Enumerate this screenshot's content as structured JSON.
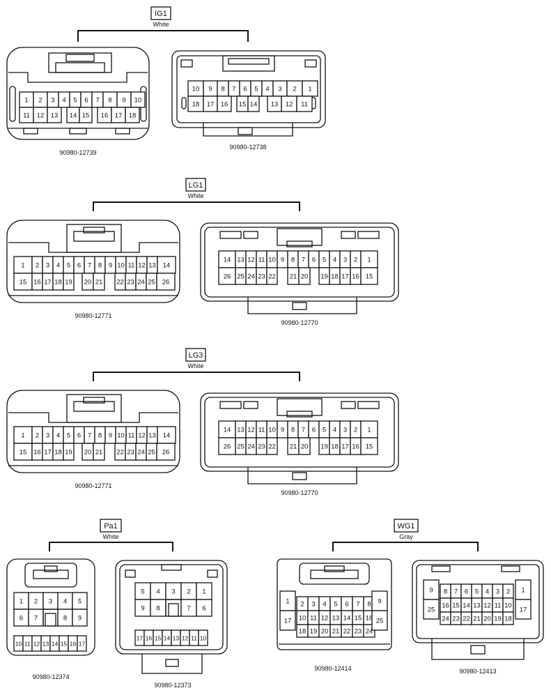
{
  "groups": [
    {
      "code": "IG1",
      "color": "White",
      "parts": [
        "90980-12739",
        "90980-12738"
      ]
    },
    {
      "code": "LG1",
      "color": "White",
      "parts": [
        "90980-12771",
        "90980-12770"
      ]
    },
    {
      "code": "LG3",
      "color": "White",
      "parts": [
        "90980-12771",
        "90980-12770"
      ]
    },
    {
      "code": "Pa1",
      "color": "White",
      "parts": [
        "90980-12374",
        "90980-12373"
      ]
    },
    {
      "code": "WG1",
      "color": "Gray",
      "parts": [
        "90980-12414",
        "90980-12413"
      ]
    }
  ],
  "pins": {
    "ig1_male": {
      "top": [
        "1",
        "2",
        "3",
        "4",
        "5",
        "6",
        "7",
        "8",
        "9",
        "10"
      ],
      "bottom": [
        "11",
        "12",
        "13",
        "14",
        "15",
        "16",
        "17",
        "18"
      ]
    },
    "ig1_female": {
      "top": [
        "10",
        "9",
        "8",
        "7",
        "6",
        "5",
        "4",
        "3",
        "2",
        "1"
      ],
      "bottom": [
        "18",
        "17",
        "16",
        "15",
        "14",
        "13",
        "12",
        "11"
      ]
    },
    "lg_male": {
      "top": [
        "1",
        "2",
        "3",
        "4",
        "5",
        "6",
        "7",
        "8",
        "9",
        "10",
        "11",
        "12",
        "13",
        "14"
      ],
      "bottom": [
        "15",
        "16",
        "17",
        "18",
        "19",
        "20",
        "21",
        "22",
        "23",
        "24",
        "25",
        "26"
      ]
    },
    "lg_female": {
      "top": [
        "14",
        "13",
        "12",
        "11",
        "10",
        "9",
        "8",
        "7",
        "6",
        "5",
        "4",
        "3",
        "2",
        "1"
      ],
      "bottom": [
        "26",
        "25",
        "24",
        "23",
        "22",
        "21",
        "20",
        "19",
        "18",
        "17",
        "16",
        "15"
      ]
    },
    "pa_male": {
      "row1": [
        "1",
        "2",
        "3",
        "4",
        "5"
      ],
      "row2": [
        "6",
        "7",
        "8",
        "9"
      ],
      "row3": [
        "10",
        "11",
        "12",
        "13",
        "14",
        "15",
        "16",
        "17"
      ]
    },
    "pa_female": {
      "row1": [
        "5",
        "4",
        "3",
        "2",
        "1"
      ],
      "row2": [
        "9",
        "8",
        "7",
        "6"
      ],
      "row3": [
        "17",
        "16",
        "15",
        "14",
        "13",
        "12",
        "11",
        "10"
      ]
    },
    "wg_male": {
      "left": [
        "1",
        "17"
      ],
      "row1": [
        "2",
        "3",
        "4",
        "5",
        "6",
        "7",
        "8"
      ],
      "row2": [
        "10",
        "11",
        "12",
        "13",
        "14",
        "15",
        "16"
      ],
      "row3": [
        "18",
        "19",
        "20",
        "21",
        "22",
        "23",
        "24"
      ],
      "right": [
        "9",
        "25"
      ]
    },
    "wg_female": {
      "left": [
        "9",
        "25"
      ],
      "row1": [
        "8",
        "7",
        "6",
        "5",
        "4",
        "3",
        "2"
      ],
      "row2": [
        "16",
        "15",
        "14",
        "13",
        "12",
        "11",
        "10"
      ],
      "row3": [
        "24",
        "23",
        "22",
        "21",
        "20",
        "19",
        "18"
      ],
      "right": [
        "1",
        "17"
      ]
    }
  }
}
